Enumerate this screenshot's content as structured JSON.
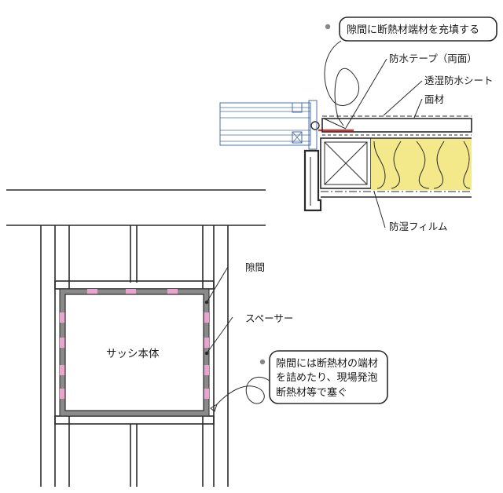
{
  "top_detail": {
    "callout": {
      "text": "隙間に断熱材端材を充填する"
    },
    "labels": {
      "waterproof_tape": "防水テープ（両面）",
      "breathable_sheet": "透湿防水シート",
      "facing_material": "面材",
      "vapor_film": "防湿フィルム"
    }
  },
  "elevation": {
    "sash_label": "サッシ本体",
    "labels": {
      "gap": "隙間",
      "spacer": "スペーサー"
    },
    "callout": {
      "lines": [
        "隙間には断熱材の端材",
        "を詰めたり、現場発泡",
        "断熱材等で塞ぐ"
      ]
    }
  },
  "colors": {
    "line": "#2a2a2a",
    "insulation": "#f3e98a",
    "spacer": "#e8a6cf",
    "gap_fill": "#8a8a8a",
    "tape_red": "#d23a3a",
    "sash_blue": "#4a6fa8"
  }
}
